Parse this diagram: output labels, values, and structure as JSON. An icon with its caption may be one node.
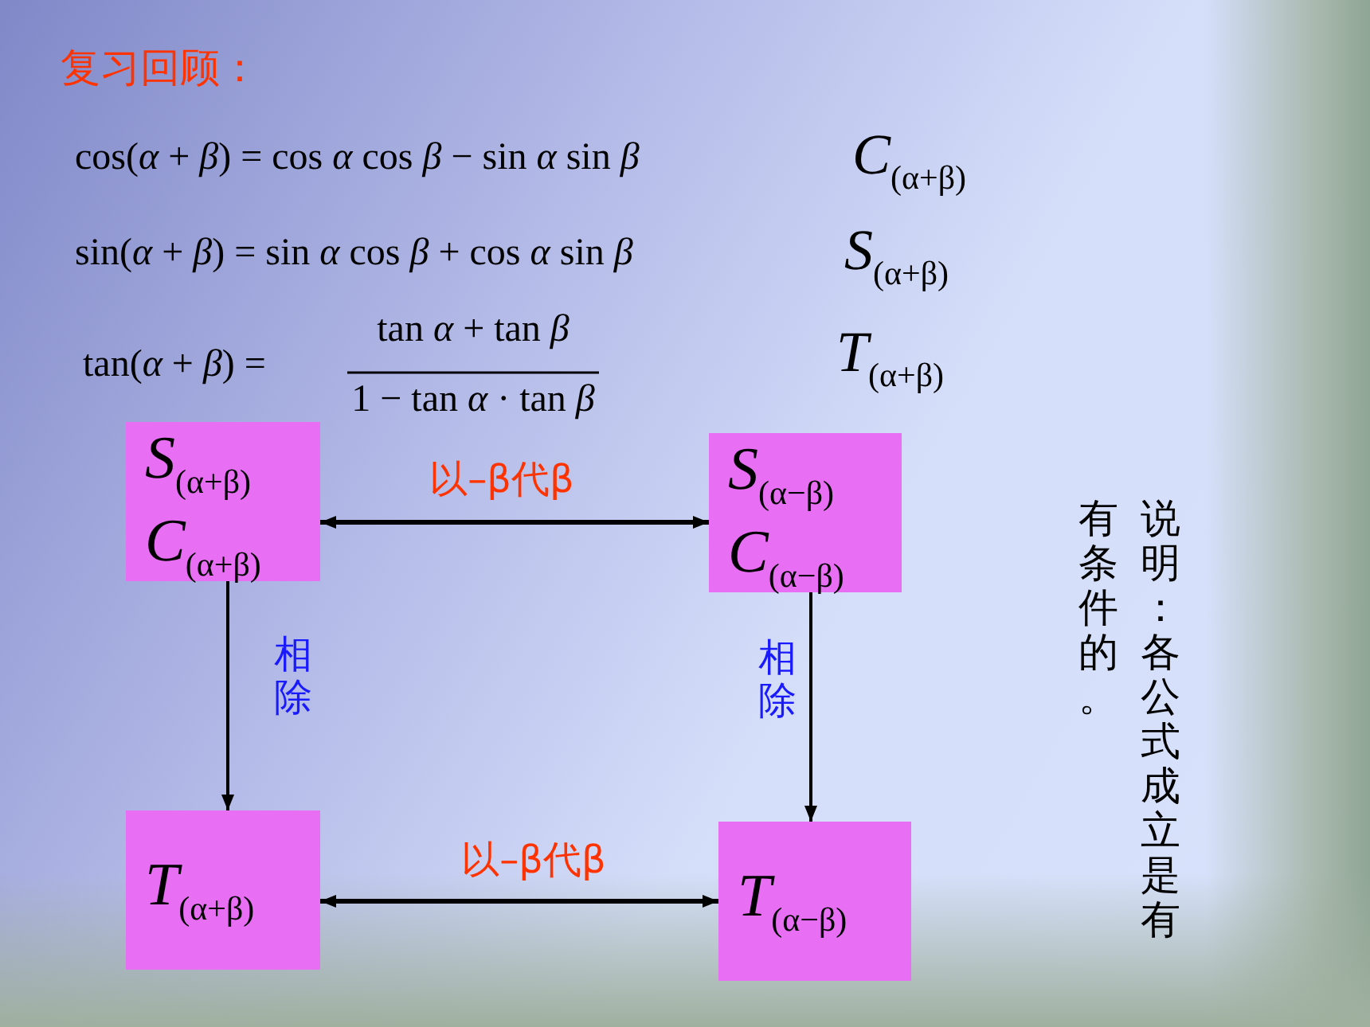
{
  "diagram": {
    "title": "复习回顾：",
    "nodes": [
      {
        "text": [
          "*S*$_{(α+β)}$",
          "*C*$_{(α+β)}$"
        ]
      },
      {
        "text": [
          "*S*$_{(α−β)}$",
          "*C*$_{(α−β)}$"
        ]
      },
      {
        "text": [
          "*T*$_{(α+β)}$"
        ]
      },
      {
        "text": [
          "*T*$_{(α−β)}$"
        ]
      }
    ],
    "edges": [
      {
        "from": 0,
        "to": 1,
        "arrow": "both",
        "label": "以–β代β"
      },
      {
        "from": 0,
        "to": 2,
        "arrow": "to",
        "label": "相除"
      },
      {
        "from": 1,
        "to": 3,
        "arrow": "to",
        "label": "相除"
      },
      {
        "from": 2,
        "to": 3,
        "arrow": "both",
        "label": "以–β代β"
      }
    ],
    "labels": [
      "cos(*α* + *β*) = cos *α* cos *β* − sin *α* sin *β*",
      "*C*$_{(α+β)}$",
      "sin(*α* + *β*) = sin *α* cos *β* + cos *α* sin *β*",
      "*S*$_{(α+β)}$",
      "tan(*α* + *β*) =",
      "tan *α* + tan *β*",
      "1 − tan *α* · tan *β*",
      "*T*$_{(α+β)}$",
      "说明：各公式成立是有有条件的。"
    ]
  }
}
